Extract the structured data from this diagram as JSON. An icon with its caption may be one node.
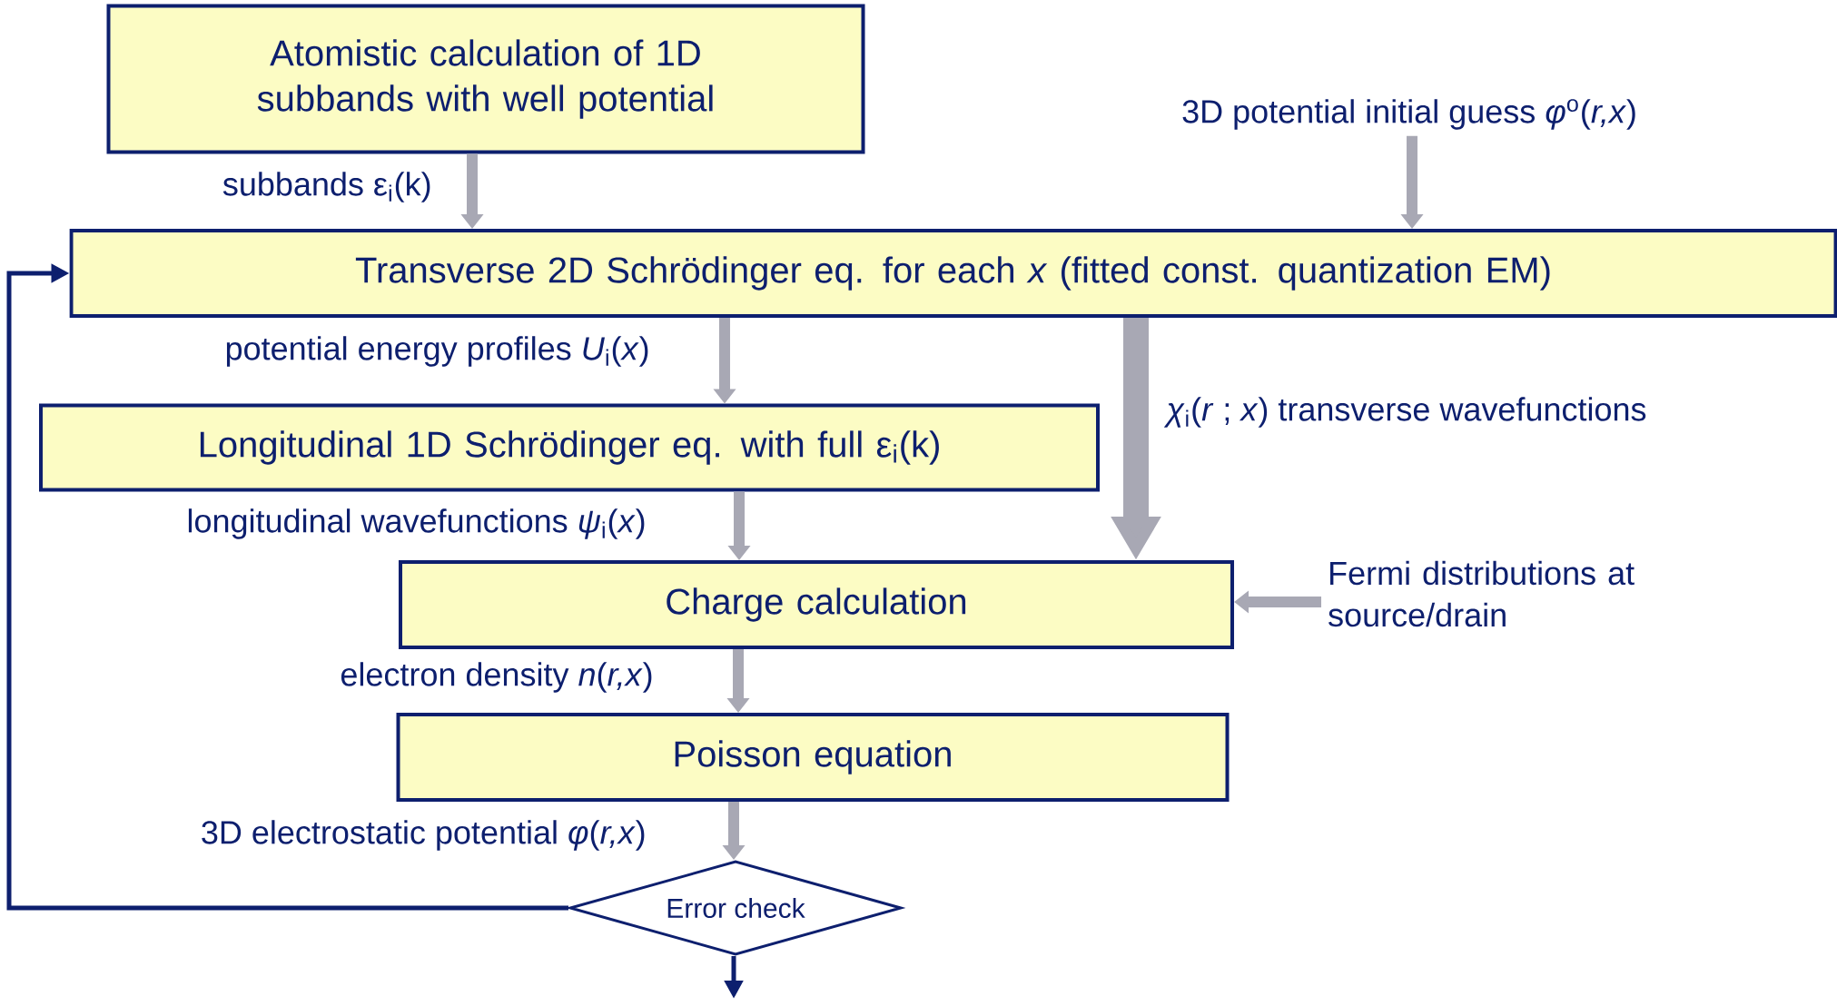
{
  "diagram": {
    "nodes": [
      {
        "text": [
          "Atomistic calculation of 1D subbands with well potential"
        ]
      },
      {
        "text": [
          "3D potential initial guess *φ*$^{o}$(*r,x*)"
        ]
      },
      {
        "text": [
          "Transverse 2D Schrödinger eq. for each *x* (fitted const. quantization EM)"
        ]
      },
      {
        "text": [
          "Longitudinal 1D Schrödinger eq. with full ε$_{i}$(k)"
        ]
      },
      {
        "text": [
          "Charge calculation"
        ]
      },
      {
        "text": [
          "Fermi distributions at source/drain"
        ]
      },
      {
        "text": [
          "Poisson equation"
        ]
      },
      {
        "text": [
          "Error check"
        ]
      }
    ],
    "edges": [
      {
        "from": 0,
        "to": 2,
        "arrow": "to",
        "label": "subbands ε$_{i}$(k)"
      },
      {
        "from": 1,
        "to": 2,
        "arrow": "to"
      },
      {
        "from": 2,
        "to": 3,
        "arrow": "to",
        "label": "potential energy profiles *U*$_{i}$(*x*)"
      },
      {
        "from": 2,
        "to": 4,
        "arrow": "to",
        "style": "thick",
        "label": "*χ*$_{i}$(*r* ; *x*) transverse wavefunctions"
      },
      {
        "from": 3,
        "to": 4,
        "arrow": "to",
        "label": "longitudinal wavefunctions *ψ*$_{i}$(*x*)"
      },
      {
        "from": 5,
        "to": 4,
        "arrow": "to"
      },
      {
        "from": 4,
        "to": 6,
        "arrow": "to",
        "label": "electron density *n*(*r,x*)"
      },
      {
        "from": 6,
        "to": 7,
        "arrow": "to",
        "label": "3D electrostatic potential *φ*(*r,x*)"
      },
      {
        "from": 7,
        "to": 2,
        "arrow": "to",
        "color": "#0d1f6e"
      },
      {
        "from": 7,
        "to": null,
        "arrow": "to",
        "color": "#0d1f6e"
      }
    ]
  }
}
